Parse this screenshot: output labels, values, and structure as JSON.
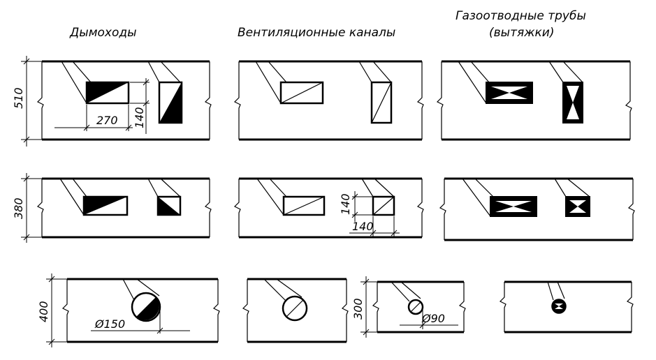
{
  "headers": {
    "chimneys": "Дымоходы",
    "vent_channels": "Вентиляционные каналы",
    "gas_pipes_line1": "Газоотводные трубы",
    "gas_pipes_line2": "(вытяжки)"
  },
  "dimensions": {
    "wall_510": "510",
    "wall_380": "380",
    "wall_400": "400",
    "wall_300": "300",
    "channel_width_270": "270",
    "channel_depth_140": "140",
    "vent_height_140": "140",
    "vent_width_140": "140",
    "diam_150": "Ø150",
    "diam_90": "Ø90"
  },
  "colors": {
    "line": "#000000",
    "fill": "#000000",
    "background": "#ffffff"
  }
}
